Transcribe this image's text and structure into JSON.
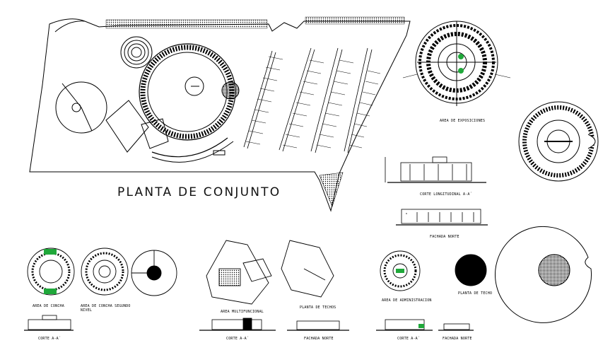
{
  "drawing": {
    "main_title": "PLANTA DE CONJUNTO",
    "labels": {
      "area_exposiciones": "AREA DE EXPOSICIONES",
      "corte_longitudinal": "CORTE LONGITUDINAL A-A´",
      "fachada_norte_top": "FACHADA NORTE",
      "area_concha": "AREA DE CONCHA",
      "area_concha_segundo_nivel": "AREA DE CONCHA SEGUNDO NIVEL",
      "area_multifuncional": "AREA MULTIFUNCIONAL",
      "planta_techos": "PLANTA DE TECHOS",
      "area_administracion": "AREA DE ADMINISTRACION",
      "planta_techo": "PLANTA DE TECHO",
      "corte_left": "CORTE A-A´",
      "corte_mid": "CORTE A-A´",
      "fachada_norte_mid": "FACHADA NORTE",
      "corte_right": "CORTE A-A´",
      "fachada_norte_right": "FACHADA NORTE"
    }
  },
  "colors": {
    "line": "#000000",
    "accent_green": "#1fa83a"
  }
}
